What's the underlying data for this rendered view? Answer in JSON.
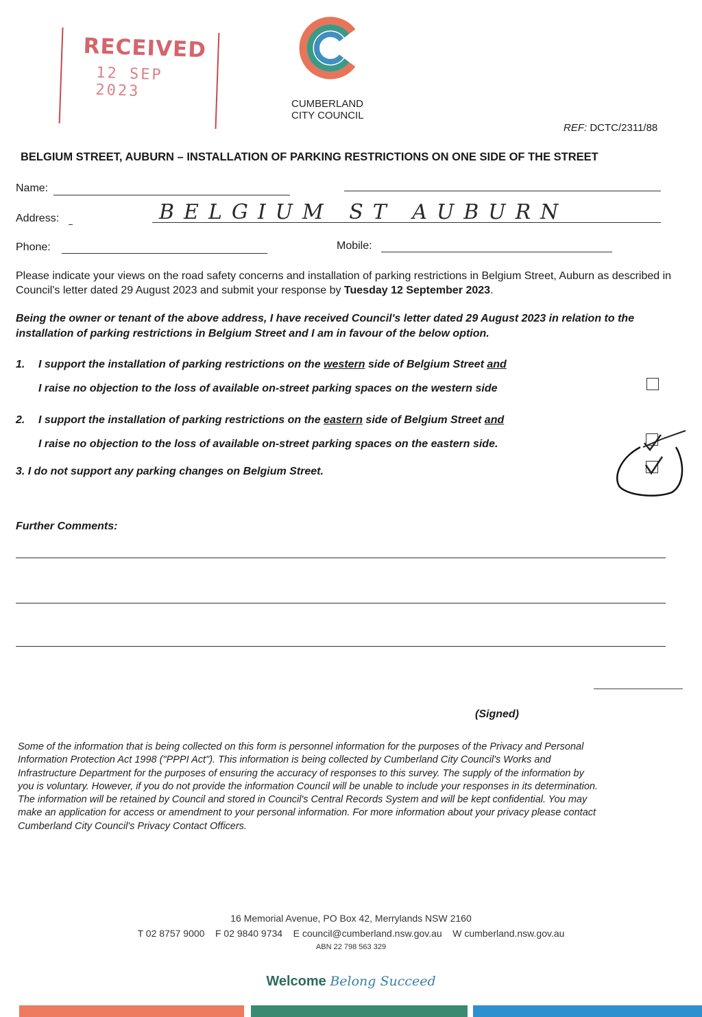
{
  "stamp": {
    "title": "RECEIVED",
    "date": "12 SEP 2023"
  },
  "logo": {
    "line1": "CUMBERLAND",
    "line2": "CITY COUNCIL",
    "colors": {
      "outer": "#e8745a",
      "middle": "#3a9a86",
      "inner": "#3f8fc1"
    }
  },
  "ref": {
    "label": "REF:",
    "value": "DCTC/2311/88"
  },
  "title": "BELGIUM STREET, AUBURN – INSTALLATION OF PARKING RESTRICTIONS ON ONE SIDE OF THE STREET",
  "fields": {
    "name_label": "Name:",
    "address_label": "Address:",
    "address_value": "BELGIUM ST AUBURN",
    "phone_label": "Phone:",
    "mobile_label": "Mobile:"
  },
  "intro": {
    "text": "Please indicate your views on the road safety concerns and installation of parking restrictions in Belgium Street, Auburn as described in Council's letter dated 29 August 2023 and submit your response by",
    "deadline": "Tuesday 12 September 2023",
    "end": "."
  },
  "declaration": "Being the owner or tenant of the above address, I have received Council's letter dated 29 August 2023 in relation to the installation of parking restrictions in Belgium Street and I am in favour of the below option.",
  "options": [
    {
      "num": "1.",
      "a": "I support the installation of parking restrictions on the",
      "side": "western",
      "b": "side of Belgium Street",
      "and": "and",
      "line2": "I raise no objection to the loss of available on-street parking spaces on the western side"
    },
    {
      "num": "2.",
      "a": "I support the installation of parking restrictions on the",
      "side": "eastern",
      "b": "side of Belgium Street",
      "and": "and",
      "line2": "I raise no objection to the loss of available on-street parking spaces on the eastern side."
    },
    {
      "text": "3. I do not support any parking changes on Belgium Street."
    }
  ],
  "selected_option": 3,
  "further_comments": "Further Comments:",
  "signed": "(Signed)",
  "privacy": {
    "l1": "Some of the information that is being collected on this form is personnel information for the purposes of the Privacy and Personal",
    "l2": "Information Protection Act 1998 (\"PPPI Act\"). This information is being collected by Cumberland City Council's Works and",
    "l3": "Infrastructure Department for the purposes of ensuring the accuracy of responses to this survey. The supply of the information by",
    "l4": "you is voluntary. However, if you do not provide the information Council will be unable to include your responses in its determination.",
    "l5": "The information will be retained by Council and stored in Council's Central Records System and will be kept confidential. You may",
    "l6": "make an application for access or amendment to your personal information. For more information about your privacy please contact",
    "l7": "Cumberland City Council's Privacy Contact Officers."
  },
  "footer": {
    "address": "16 Memorial Avenue, PO Box 42, Merrylands NSW 2160",
    "contacts": "T 02 8757 9000    F 02 9840 9734    E council@cumberland.nsw.gov.au    W cumberland.nsw.gov.au",
    "abn": "ABN 22 798 563 329"
  },
  "tagline": {
    "welcome": "Welcome",
    "rest": "Belong Succeed"
  },
  "bar_colors": [
    "#ee7a5f",
    "#3a8a72",
    "#2f90d0"
  ]
}
